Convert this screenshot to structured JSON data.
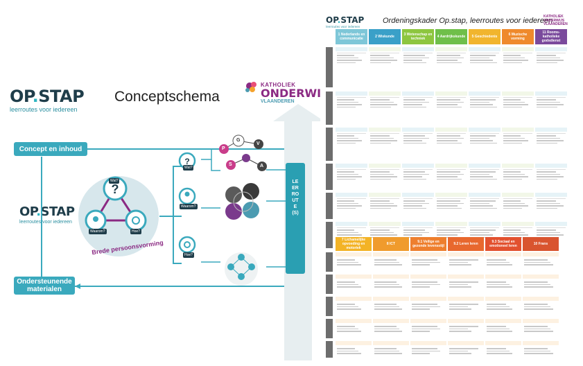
{
  "left": {
    "logo": {
      "word_a": "OP",
      "word_b": "STAP",
      "sub": "leerroutes voor iedereen"
    },
    "title": "Conceptschema",
    "katholiek": {
      "line1": "KATHOLIEK",
      "line2": "ONDERWIJS",
      "line3": "VLAANDEREN"
    },
    "box_top": "Concept en inhoud",
    "box_bottom_line1": "Ondersteunende",
    "box_bottom_line2": "materialen",
    "mid_logo": {
      "word_a": "OP",
      "word_b": "STAP",
      "sub": "leerroutes voor iedereen"
    },
    "triangle": {
      "top": "Wat?",
      "left": "Waarom?",
      "right": "Hoe?",
      "caption": "Brede persoonsvorming"
    },
    "branches": [
      {
        "label": "Wat?"
      },
      {
        "label": "Waarom?"
      },
      {
        "label": "Hoe?"
      }
    ],
    "arrow_label": "LEERROUTE(S)",
    "letters": [
      "P",
      "G",
      "V",
      "S",
      "A"
    ]
  },
  "doc": {
    "logo": {
      "word_a": "OP",
      "word_b": "STAP",
      "sub": "leerroutes voor iedereen"
    },
    "title": "Ordeningskader Op.stap, leerroutes voor iedereen",
    "brand": "KATHOLIEK ONDERWIJS VLAANDEREN",
    "columns": [
      {
        "label": "1 Nederlands en communicatie",
        "color": "#7ec7d8"
      },
      {
        "label": "2 Wiskunde",
        "color": "#3aa0c8"
      },
      {
        "label": "3 Wetenschap en techniek",
        "color": "#8dc63f"
      },
      {
        "label": "4 Aardrijkskunde",
        "color": "#6fbf4a"
      },
      {
        "label": "5 Geschiedenis",
        "color": "#f1b52e"
      },
      {
        "label": "6 Muzische vorming",
        "color": "#ef8a2c"
      },
      {
        "label": "11 Rooms-katholieke godsdienst",
        "color": "#7a4a9c"
      }
    ],
    "mid_columns": [
      {
        "label": "7 Lichamelijke opvoeding en motoriek",
        "color": "#f3b326"
      },
      {
        "label": "8 ICT",
        "color": "#f09b2d"
      },
      {
        "label": "9.1 Veilige en gezonde levensstijl",
        "color": "#ee7f2e"
      },
      {
        "label": "9.2 Leren leren",
        "color": "#e8682e"
      },
      {
        "label": "9.3 Sociaal en emotioneel leren",
        "color": "#e2512f"
      },
      {
        "label": "10 Frans",
        "color": "#d9542f"
      }
    ]
  }
}
